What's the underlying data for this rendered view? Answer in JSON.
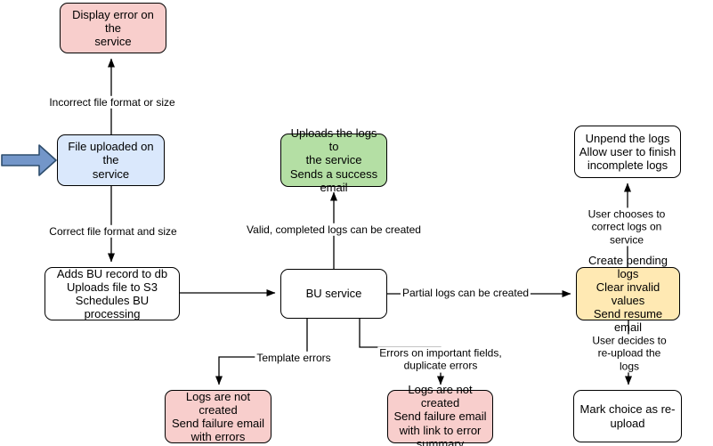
{
  "diagram": {
    "type": "flowchart",
    "palette": {
      "pink_fill": "#f8cecc",
      "blue_fill": "#dae8fc",
      "green_fill": "#b4dfa4",
      "yellow_fill": "#ffe9b3",
      "white_fill": "#ffffff",
      "border": "#000000",
      "entry_arrow_fill": "#7396c9",
      "entry_arrow_stroke": "#2f4e6e"
    },
    "nodes": [
      {
        "id": "display-error",
        "label": "Display error on the\nservice",
        "color": "#f8cecc"
      },
      {
        "id": "file-uploaded",
        "label": "File uploaded on the\nservice",
        "color": "#dae8fc"
      },
      {
        "id": "adds-bu-record",
        "label": "Adds BU record to db\nUploads file to S3\nSchedules BU processing",
        "color": "#ffffff"
      },
      {
        "id": "uploads-logs-success",
        "label": "Uploads the logs to\nthe service\nSends a success\nemail",
        "color": "#b4dfa4"
      },
      {
        "id": "bu-service",
        "label": "BU service",
        "color": "#ffffff"
      },
      {
        "id": "logs-not-created-errors",
        "label": "Logs are not created\nSend failure email\nwith errors",
        "color": "#f8cecc"
      },
      {
        "id": "logs-not-created-summary",
        "label": "Logs are not created\nSend failure email\nwith link to error\nsummary",
        "color": "#f8cecc"
      },
      {
        "id": "unpend-logs",
        "label": "Unpend the logs\nAllow user to finish\nincomplete logs",
        "color": "#ffffff"
      },
      {
        "id": "create-pending-logs",
        "label": "Create pending logs\nClear invalid values\nSend resume email",
        "color": "#ffe9b3"
      },
      {
        "id": "mark-reupload",
        "label": "Mark choice as re-\nupload",
        "color": "#ffffff"
      }
    ],
    "edge_labels": [
      "Incorrect file format or size",
      "Correct file format and size",
      "Valid, completed logs can be created",
      "Partial logs can be created",
      "Template errors",
      "Errors on important fields,\nduplicate errors",
      "User chooses to correct logs on service",
      "User decides to re-upload the logs"
    ]
  }
}
